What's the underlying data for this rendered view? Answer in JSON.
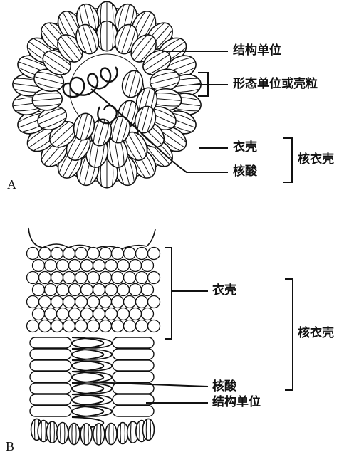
{
  "panel_a": {
    "letter": "A",
    "labels": {
      "structural_unit": "结构单位",
      "morphological_unit": "形态单位或壳粒",
      "capsid": "衣壳",
      "nucleic_acid": "核酸",
      "nucleocapsid": "核衣壳"
    }
  },
  "panel_b": {
    "letter": "B",
    "labels": {
      "capsid": "衣壳",
      "nucleocapsid": "核衣壳",
      "nucleic_acid": "核酸",
      "structural_unit": "结构单位"
    }
  },
  "colors": {
    "ink": "#111111",
    "fill": "#ffffff"
  }
}
